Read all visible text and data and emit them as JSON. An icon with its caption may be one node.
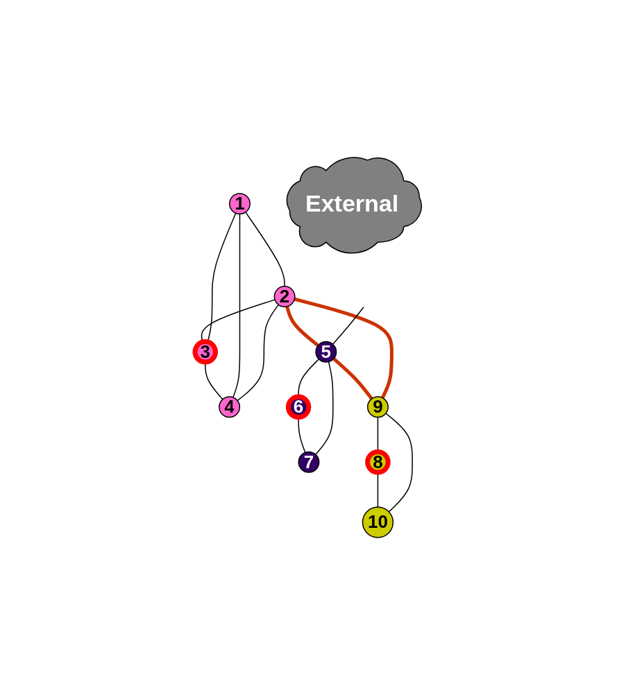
{
  "diagram": {
    "nodes": [
      {
        "text": [
          "1"
        ]
      },
      {
        "text": [
          "2"
        ]
      },
      {
        "text": [
          "3"
        ]
      },
      {
        "text": [
          "4"
        ]
      },
      {
        "text": [
          "External"
        ]
      },
      {
        "text": [
          "5"
        ]
      },
      {
        "text": [
          "6"
        ]
      },
      {
        "text": [
          "7"
        ]
      },
      {
        "text": [
          "9"
        ]
      },
      {
        "text": [
          "8"
        ]
      },
      {
        "text": [
          "10"
        ]
      }
    ],
    "edges": [
      {
        "from": 0,
        "to": 1,
        "arrow": "none"
      },
      {
        "from": 1,
        "to": 2,
        "arrow": "none"
      },
      {
        "from": 2,
        "to": 3,
        "arrow": "none"
      },
      {
        "from": 0,
        "to": 2,
        "arrow": "none"
      },
      {
        "from": 0,
        "to": 3,
        "arrow": "none"
      },
      {
        "from": 1,
        "to": 3,
        "arrow": "none"
      },
      {
        "from": 1,
        "to": 5,
        "arrow": "none",
        "style": "thick",
        "color": "#cc3300"
      },
      {
        "from": 5,
        "to": 8,
        "arrow": "none",
        "style": "thick",
        "color": "#cc3300"
      },
      {
        "from": 1,
        "to": 8,
        "arrow": "none",
        "style": "thick",
        "color": "#cc3300"
      },
      {
        "from": 5,
        "to": 6,
        "arrow": "none"
      },
      {
        "from": 6,
        "to": 7,
        "arrow": "none"
      },
      {
        "from": 5,
        "to": 7,
        "arrow": "none"
      },
      {
        "from": 8,
        "to": 9,
        "arrow": "none"
      },
      {
        "from": 9,
        "to": 10,
        "arrow": "none"
      },
      {
        "from": 8,
        "to": 10,
        "arrow": "none"
      },
      {
        "from": null,
        "to": 5,
        "arrow": "none"
      }
    ]
  }
}
